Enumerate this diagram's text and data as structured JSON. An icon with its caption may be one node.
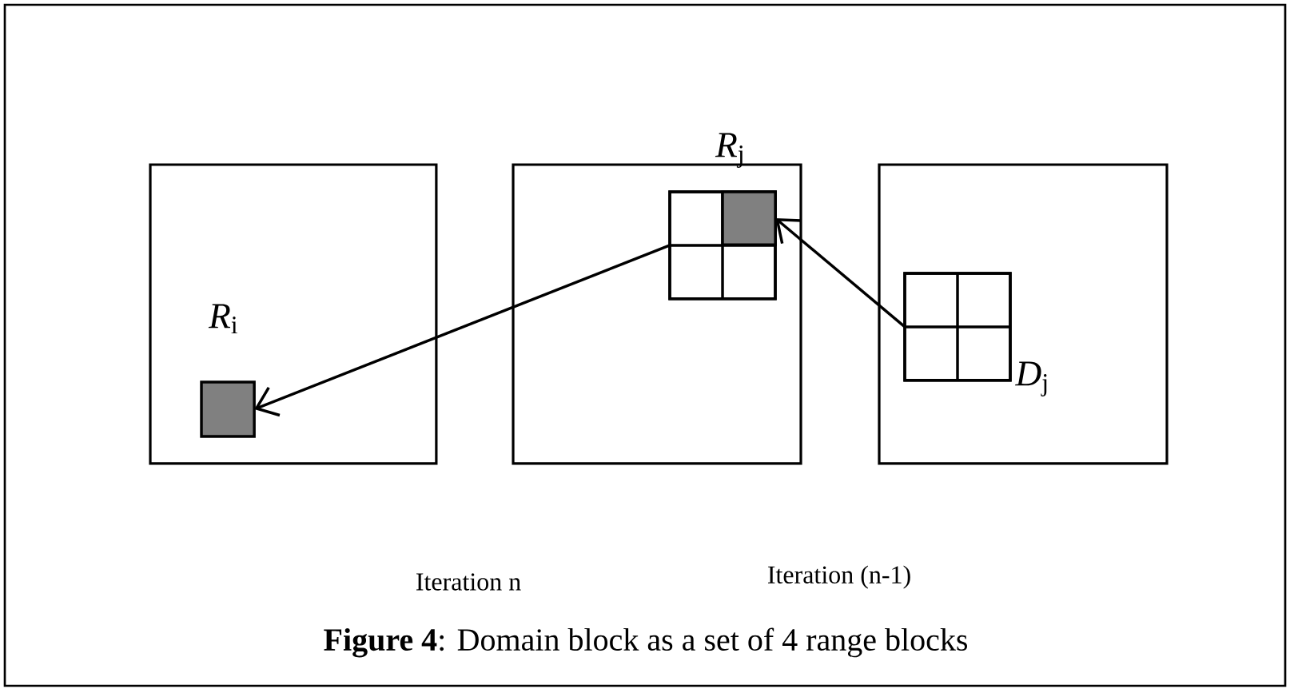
{
  "diagram": {
    "caption": "**Figure 4**: Domain block as a set of 4 range blocks",
    "nodes": [
      {
        "text": [],
        "shape": "box"
      },
      {
        "text": [],
        "shape": "box",
        "beside": [
          "*R*$_{j}$"
        ]
      },
      {
        "text": [],
        "shape": "box"
      },
      {
        "text": [],
        "shape": "box",
        "in": 0,
        "beside": [
          "*R*$_{i}$"
        ]
      },
      {
        "text": [],
        "shape": "box",
        "in": 1
      },
      {
        "text": [],
        "shape": "box",
        "in": 4
      },
      {
        "text": [],
        "shape": "box",
        "in": 2,
        "beside": [
          "*D*$_{j}$"
        ]
      }
    ],
    "edges": [
      {
        "from": 4,
        "to": 3,
        "arrow": "to"
      },
      {
        "from": 6,
        "to": 5,
        "arrow": "to"
      }
    ],
    "labels": [
      "Iteration n",
      "Iteration (n-1)"
    ]
  }
}
